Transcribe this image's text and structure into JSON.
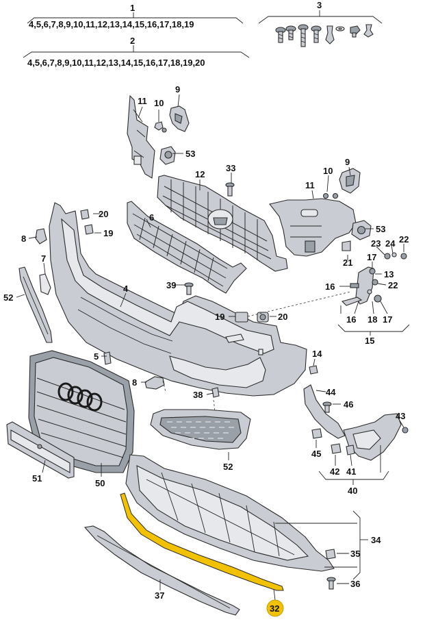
{
  "groups": {
    "g1": {
      "number": "1",
      "range": "4,5,6,7,8,9,10,11,12,13,14,15,16,17,18,19"
    },
    "g2": {
      "number": "2",
      "range": "4,5,6,7,8,9,10,11,12,13,14,15,16,17,18,19,20"
    },
    "g3": {
      "number": "3"
    }
  },
  "labels": {
    "n4": "4",
    "n5": "5",
    "n6": "6",
    "n7": "7",
    "n8a": "8",
    "n8b": "8",
    "n9a": "9",
    "n9b": "9",
    "n10a": "10",
    "n10b": "10",
    "n11a": "11",
    "n11b": "11",
    "n12": "12",
    "n13": "13",
    "n14": "14",
    "n15": "15",
    "n16a": "16",
    "n16b": "16",
    "n17a": "17",
    "n17b": "17",
    "n18": "18",
    "n19a": "19",
    "n19b": "19",
    "n20a": "20",
    "n20b": "20",
    "n21": "21",
    "n22a": "22",
    "n22b": "22",
    "n23": "23",
    "n24": "24",
    "n32": "32",
    "n33": "33",
    "n34": "34",
    "n35": "35",
    "n36": "36",
    "n37": "37",
    "n38": "38",
    "n39": "39",
    "n40": "40",
    "n41": "41",
    "n42": "42",
    "n43": "43",
    "n44": "44",
    "n45": "45",
    "n46": "46",
    "n50": "50",
    "n51": "51",
    "n52a": "52",
    "n52b": "52",
    "n53a": "53",
    "n53b": "53"
  },
  "colors": {
    "highlight": "#f2c200",
    "part": "#c9cdd3",
    "line": "#222222"
  }
}
